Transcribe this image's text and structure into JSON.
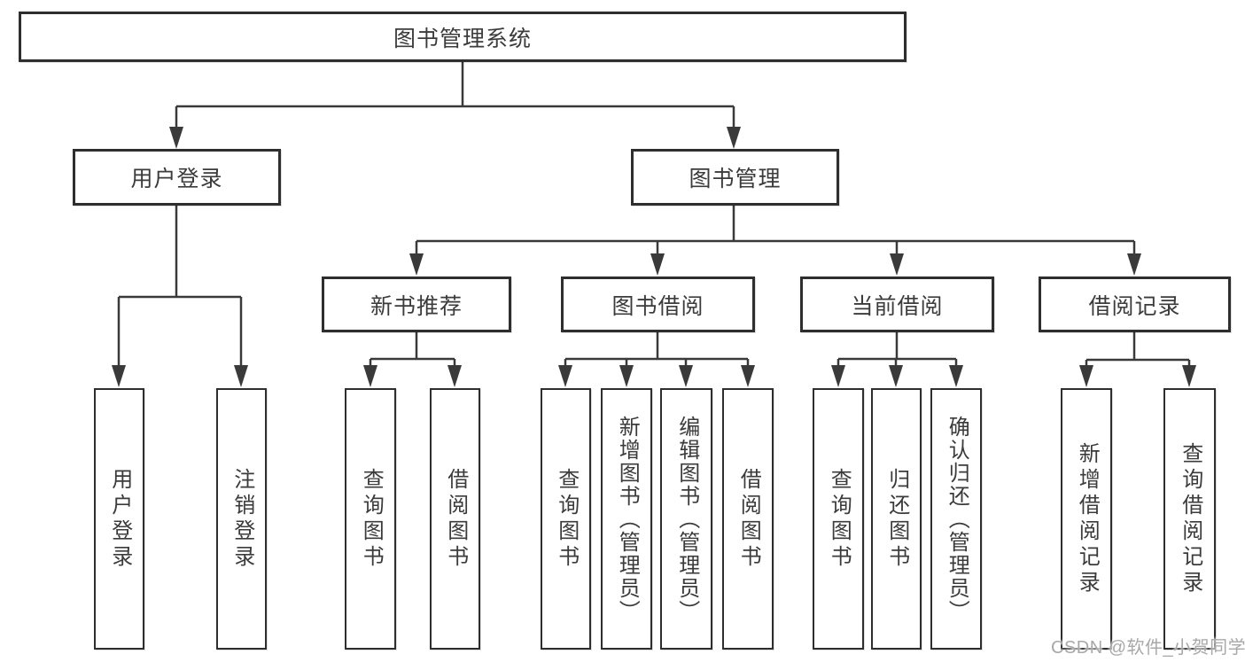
{
  "diagram_type": "hierarchy-tree",
  "tree": {
    "label": "图书管理系统",
    "children": [
      {
        "label": "用户登录",
        "children": [
          {
            "label": "用户登录"
          },
          {
            "label": "注销登录"
          }
        ]
      },
      {
        "label": "图书管理",
        "children": [
          {
            "label": "新书推荐",
            "children": [
              {
                "label": "查询图书"
              },
              {
                "label": "借阅图书"
              }
            ]
          },
          {
            "label": "图书借阅",
            "children": [
              {
                "label": "查询图书"
              },
              {
                "label": "新增图书（管理员）"
              },
              {
                "label": "编辑图书（管理员）"
              },
              {
                "label": "借阅图书"
              }
            ]
          },
          {
            "label": "当前借阅",
            "children": [
              {
                "label": "查询图书"
              },
              {
                "label": "归还图书"
              },
              {
                "label": "确认归还（管理员）"
              }
            ]
          },
          {
            "label": "借阅记录",
            "children": [
              {
                "label": "新增借阅记录"
              },
              {
                "label": "查询借阅记录"
              }
            ]
          }
        ]
      }
    ]
  },
  "watermark": {
    "text": "CSDN @软件_小贺同学"
  },
  "colors": {
    "line": "#3a3a3a",
    "border": "#2e2e2e",
    "text": "#3b3b3b",
    "watermark": "#a8a8a8",
    "background": "#ffffff"
  }
}
